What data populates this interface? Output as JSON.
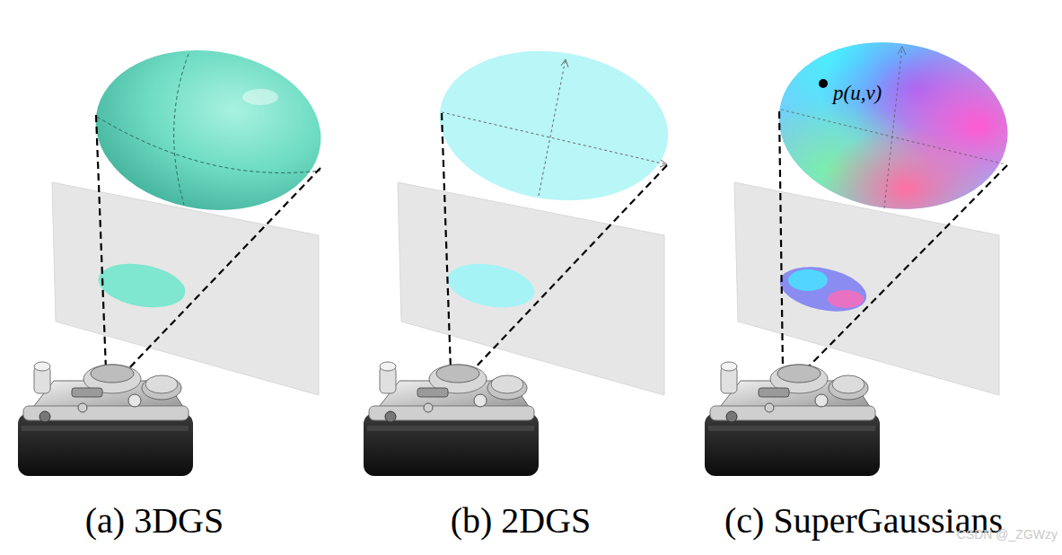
{
  "diagram": {
    "labels": [
      "p(u,v)",
      "(a) 3DGS",
      "(b) 2DGS",
      "(c) SuperGaussians",
      "CSDN @_ZGWzy"
    ]
  }
}
